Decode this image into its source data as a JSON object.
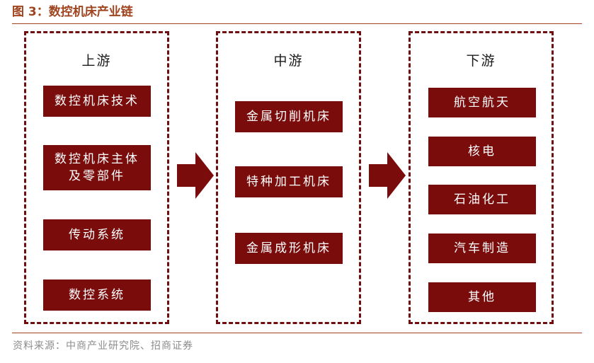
{
  "title": "图 3：数控机床产业链",
  "source": "资料来源：中商产业研究院、招商证券",
  "colors": {
    "accent": "#a0441f",
    "box_fill": "#7a0c0c",
    "dash": "#6e0e0e"
  },
  "columns": [
    {
      "heading": "上游",
      "items": [
        "数控机床技术",
        "数控机床主体\n及零部件",
        "传动系统",
        "数控系统"
      ]
    },
    {
      "heading": "中游",
      "items": [
        "金属切削机床",
        "特种加工机床",
        "金属成形机床"
      ]
    },
    {
      "heading": "下游",
      "items": [
        "航空航天",
        "核电",
        "石油化工",
        "汽车制造",
        "其他"
      ]
    }
  ]
}
